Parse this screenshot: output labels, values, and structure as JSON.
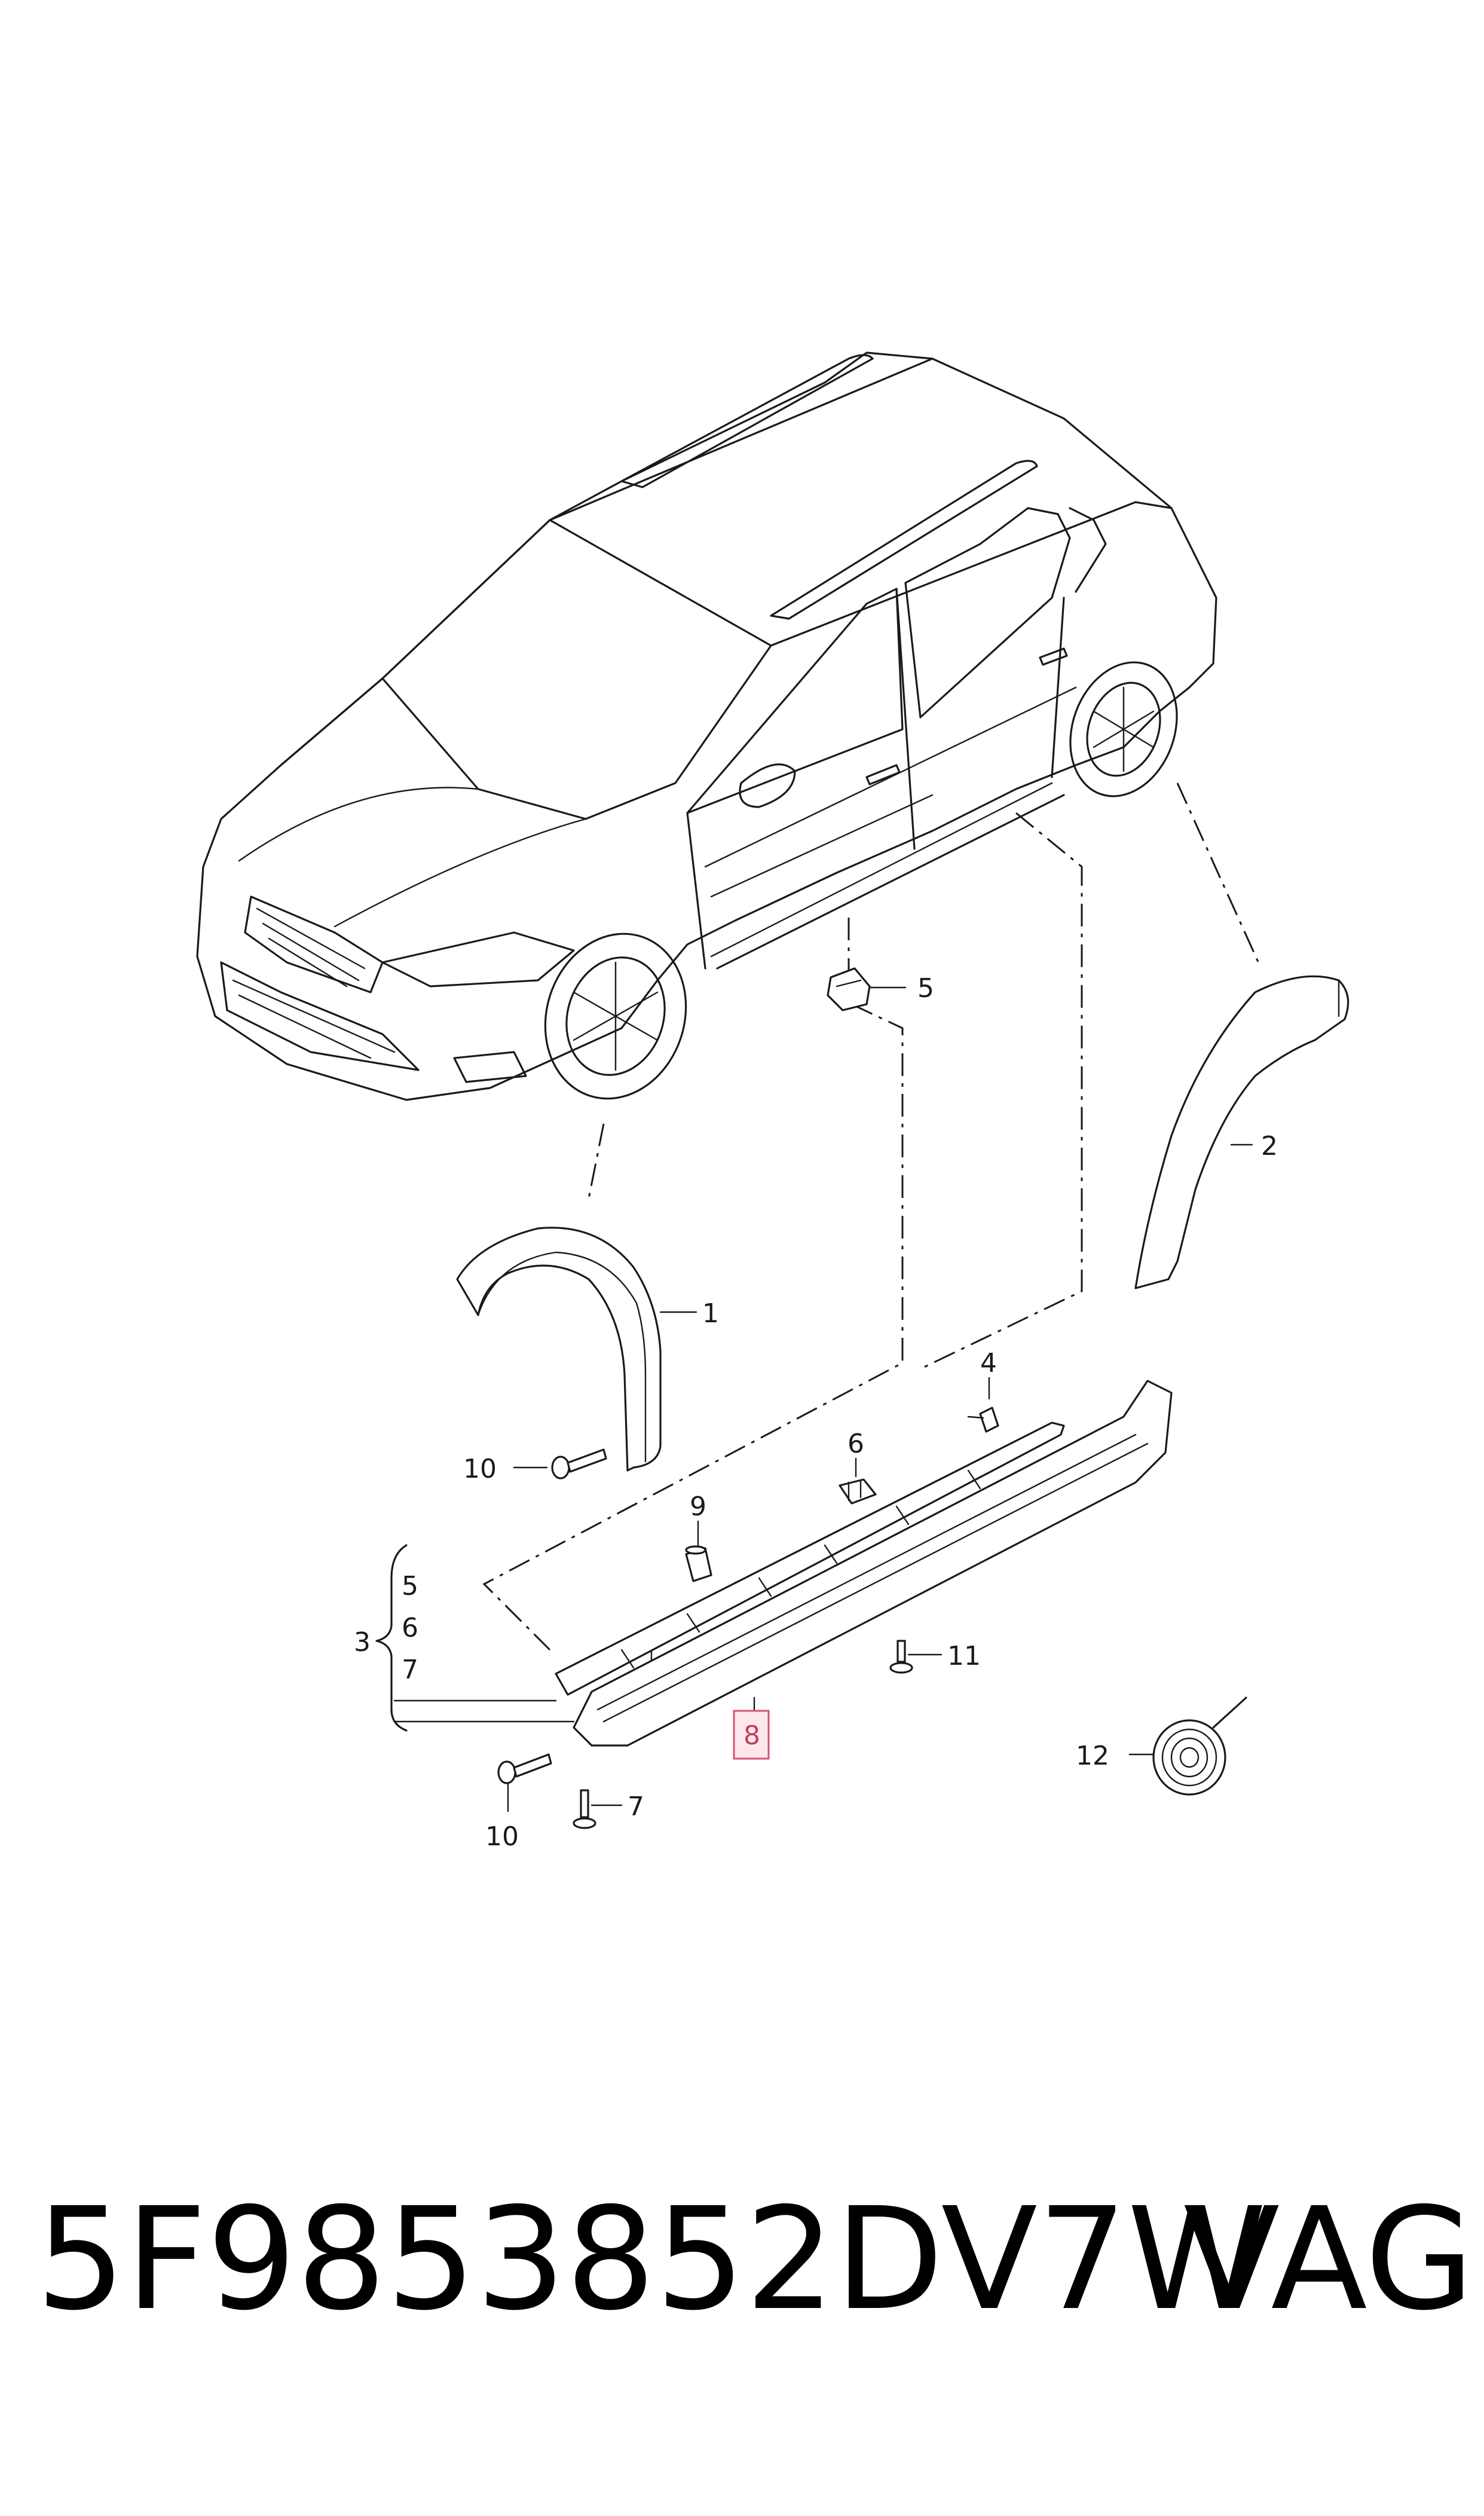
{
  "callouts": [
    {
      "id": "1",
      "text": "1"
    },
    {
      "id": "2",
      "text": "2"
    },
    {
      "id": "3",
      "text": "3"
    },
    {
      "id": "4",
      "text": "4"
    },
    {
      "id": "5a",
      "text": "5"
    },
    {
      "id": "5b",
      "text": "5"
    },
    {
      "id": "6a",
      "text": "6"
    },
    {
      "id": "6b",
      "text": "6"
    },
    {
      "id": "7a",
      "text": "7"
    },
    {
      "id": "7b",
      "text": "7"
    },
    {
      "id": "8",
      "text": "8"
    },
    {
      "id": "9",
      "text": "9"
    },
    {
      "id": "10a",
      "text": "10"
    },
    {
      "id": "10b",
      "text": "10"
    },
    {
      "id": "11",
      "text": "11"
    },
    {
      "id": "12",
      "text": "12"
    }
  ],
  "highlighted_callout": "8",
  "colors": {
    "line": "#1a1a1a",
    "highlight_fill": "#fde7ec",
    "highlight_stroke": "#d9536f"
  },
  "footer": {
    "part_number": "5F9853852DV7W",
    "brand": "VAG"
  }
}
